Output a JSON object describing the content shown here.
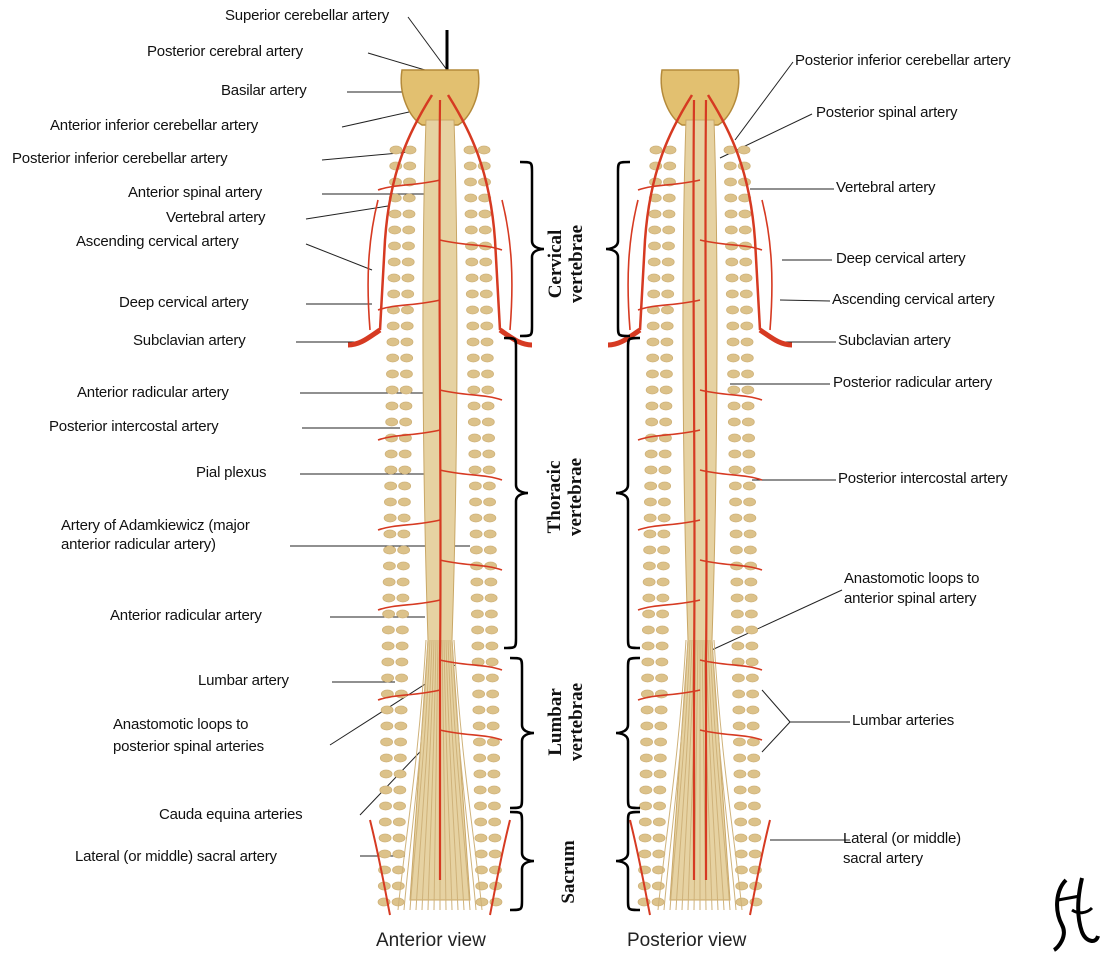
{
  "labels_left": [
    {
      "key": "sup_cerebellar",
      "text": "Superior cerebellar artery"
    },
    {
      "key": "post_cerebral",
      "text": "Posterior cerebral artery"
    },
    {
      "key": "basilar",
      "text": "Basilar artery"
    },
    {
      "key": "aica",
      "text": "Anterior inferior cerebellar artery"
    },
    {
      "key": "pica",
      "text": "Posterior inferior cerebellar artery"
    },
    {
      "key": "ant_spinal",
      "text": "Anterior spinal artery"
    },
    {
      "key": "vertebral",
      "text": "Vertebral artery"
    },
    {
      "key": "asc_cervical",
      "text": "Ascending cervical artery"
    },
    {
      "key": "deep_cervical",
      "text": "Deep cervical artery"
    },
    {
      "key": "subclavian",
      "text": "Subclavian artery"
    },
    {
      "key": "ant_radicular_1",
      "text": "Anterior radicular artery"
    },
    {
      "key": "post_intercostal",
      "text": "Posterior intercostal artery"
    },
    {
      "key": "pial_plexus",
      "text": "Pial plexus"
    },
    {
      "key": "adamkiewicz_1",
      "text": "Artery of Adamkiewicz (major"
    },
    {
      "key": "adamkiewicz_2",
      "text": "anterior radicular artery)"
    },
    {
      "key": "ant_radicular_2",
      "text": "Anterior radicular artery"
    },
    {
      "key": "lumbar",
      "text": "Lumbar artery"
    },
    {
      "key": "anast_post_1",
      "text": "Anastomotic loops to"
    },
    {
      "key": "anast_post_2",
      "text": "posterior spinal arteries"
    },
    {
      "key": "cauda",
      "text": "Cauda equina arteries"
    },
    {
      "key": "lat_sacral",
      "text": "Lateral (or middle) sacral artery"
    }
  ],
  "labels_right": [
    {
      "key": "pica",
      "text": "Posterior inferior cerebellar artery"
    },
    {
      "key": "post_spinal",
      "text": "Posterior spinal artery"
    },
    {
      "key": "vertebral",
      "text": "Vertebral artery"
    },
    {
      "key": "deep_cervical",
      "text": "Deep cervical artery"
    },
    {
      "key": "asc_cervical",
      "text": "Ascending cervical artery"
    },
    {
      "key": "subclavian",
      "text": "Subclavian artery"
    },
    {
      "key": "post_radicular",
      "text": "Posterior radicular artery"
    },
    {
      "key": "post_intercostal",
      "text": "Posterior intercostal artery"
    },
    {
      "key": "anast_ant_1",
      "text": "Anastomotic loops to"
    },
    {
      "key": "anast_ant_2",
      "text": "anterior spinal artery"
    },
    {
      "key": "lumbar",
      "text": "Lumbar arteries"
    },
    {
      "key": "lat_sacral_1",
      "text": "Lateral (or middle)"
    },
    {
      "key": "lat_sacral_2",
      "text": "sacral artery"
    }
  ],
  "regions": [
    {
      "key": "cervical",
      "line1": "Cervical",
      "line2": "vertebrae"
    },
    {
      "key": "thoracic",
      "line1": "Thoracic",
      "line2": "vertebrae"
    },
    {
      "key": "lumbar",
      "line1": "Lumbar",
      "line2": "vertebrae"
    },
    {
      "key": "sacrum",
      "line1": "Sacrum",
      "line2": ""
    }
  ],
  "views": {
    "anterior": "Anterior view",
    "posterior": "Posterior view"
  },
  "colors": {
    "artery": "#d63a22",
    "cord": "#e6d2a2",
    "root": "#cfb27a",
    "label": "#111111",
    "bracket": "#000000"
  }
}
